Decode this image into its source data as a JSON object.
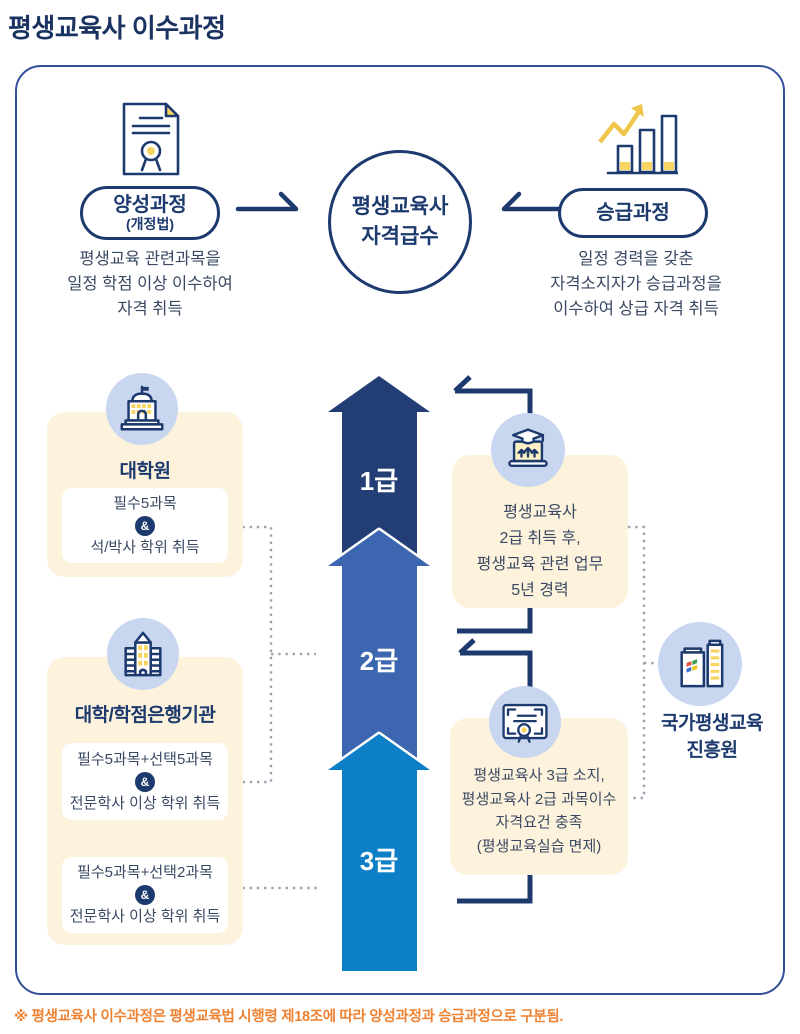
{
  "title": "평생교육사 이수과정",
  "top_flow": {
    "center": {
      "line1": "평생교육사",
      "line2": "자격급수"
    },
    "left": {
      "badge": "양성과정",
      "badge_sub": "(개정법)",
      "desc": [
        "평생교육 관련과목을",
        "일정 학점 이상 이수하여",
        "자격 취득"
      ],
      "icon": "certificate-icon"
    },
    "right": {
      "badge": "승급과정",
      "desc": [
        "일정 경력을 갖춘",
        "자격소지자가 승급과정을",
        "이수하여 상급 자격 취득"
      ],
      "icon": "rising-bar-chart-icon"
    }
  },
  "levels": [
    {
      "label": "1급",
      "color": "#223e74"
    },
    {
      "label": "2급",
      "color": "#3c67b0"
    },
    {
      "label": "3급",
      "color": "#0d7fc6"
    }
  ],
  "left_paths": [
    {
      "title": "대학원",
      "icon": "graduate-school-building-icon",
      "requirements": [
        {
          "line1": "필수5과목",
          "amp": "&",
          "line2": "석/박사 학위 취득"
        }
      ]
    },
    {
      "title": "대학/학점은행기관",
      "icon": "university-building-icon",
      "requirements": [
        {
          "line1": "필수5과목+선택5과목",
          "amp": "&",
          "line2": "전문학사 이상 학위 취득"
        },
        {
          "line1": "필수5과목+선택2과목",
          "amp": "&",
          "line2": "전문학사 이상 학위 취득"
        }
      ]
    }
  ],
  "right_paths": [
    {
      "icon": "laptop-graduation-icon",
      "lines": [
        "평생교육사",
        "2급 취득 후,",
        "평생교육 관련 업무",
        "5년 경력"
      ]
    },
    {
      "icon": "diploma-icon",
      "lines": [
        "평생교육사 3급 소지,",
        "평생교육사 2급 과목이수",
        "자격요건 충족",
        "(평생교육실습 면제)"
      ]
    }
  ],
  "agency": {
    "line1": "국가평생교육",
    "line2": "진흥원",
    "icon": "agency-buildings-icon"
  },
  "footnote": "※ 평생교육사 이수과정은 평생교육법 시행령 제18조에 따라 양성과정과 승급과정으로 구분됨.",
  "colors": {
    "navy": "#1d3a6e",
    "level1": "#223e74",
    "level2": "#3c67b0",
    "level3": "#0d7fc6",
    "cream_card": "#fdf3dd",
    "icon_circle": "#c9d6f0",
    "accent_yellow": "#f8d461",
    "footnote_orange": "#ee8233",
    "frame_border": "#30509a",
    "dotted_line": "#9aa4ae"
  }
}
